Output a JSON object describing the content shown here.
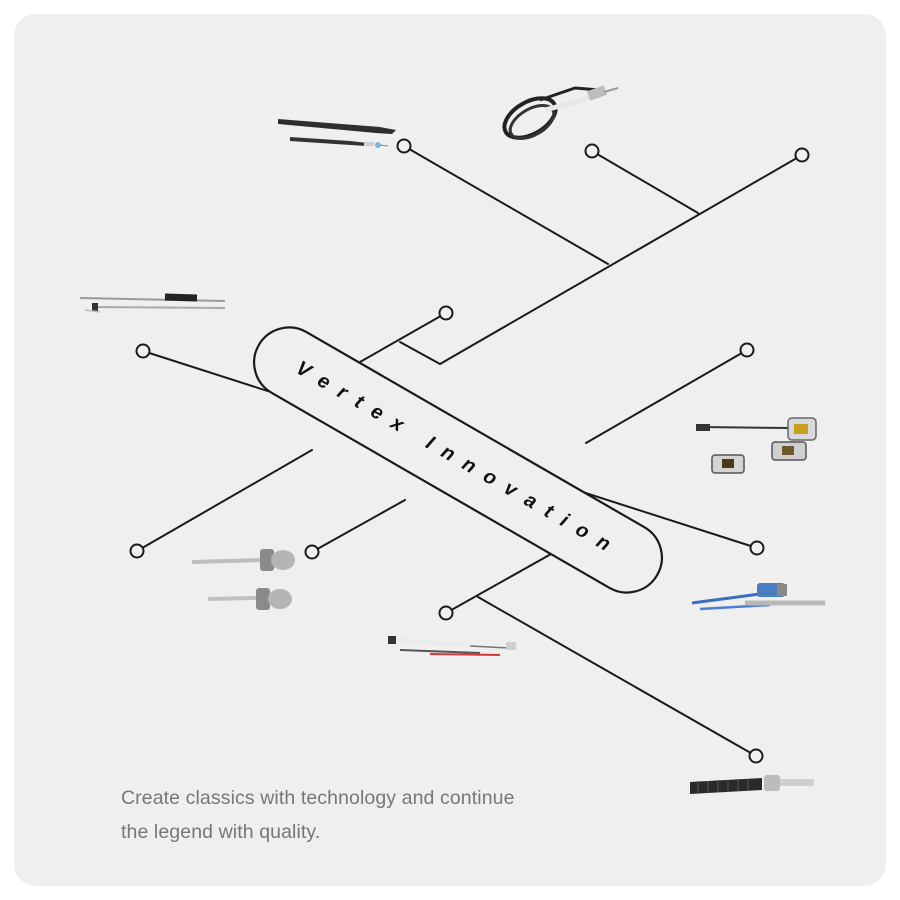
{
  "brand": {
    "title": "Vertex Innovation"
  },
  "tagline": {
    "line1": "Create classics with technology and continue",
    "line2": "the legend with quality."
  },
  "colors": {
    "background": "#efefef",
    "line": "#1a1a1a",
    "text": "#777777"
  },
  "products": [
    {
      "name": "black-sheathed-sensor-probe"
    },
    {
      "name": "coiled-cable-ignition-probe"
    },
    {
      "name": "long-thin-rod-sensor"
    },
    {
      "name": "bracket-mount-thermostat-set"
    },
    {
      "name": "threaded-brass-probe-pair"
    },
    {
      "name": "blue-cable-connector-probe"
    },
    {
      "name": "wire-lead-sensor-assembly"
    },
    {
      "name": "ribbed-hose-fitting-probe"
    }
  ]
}
